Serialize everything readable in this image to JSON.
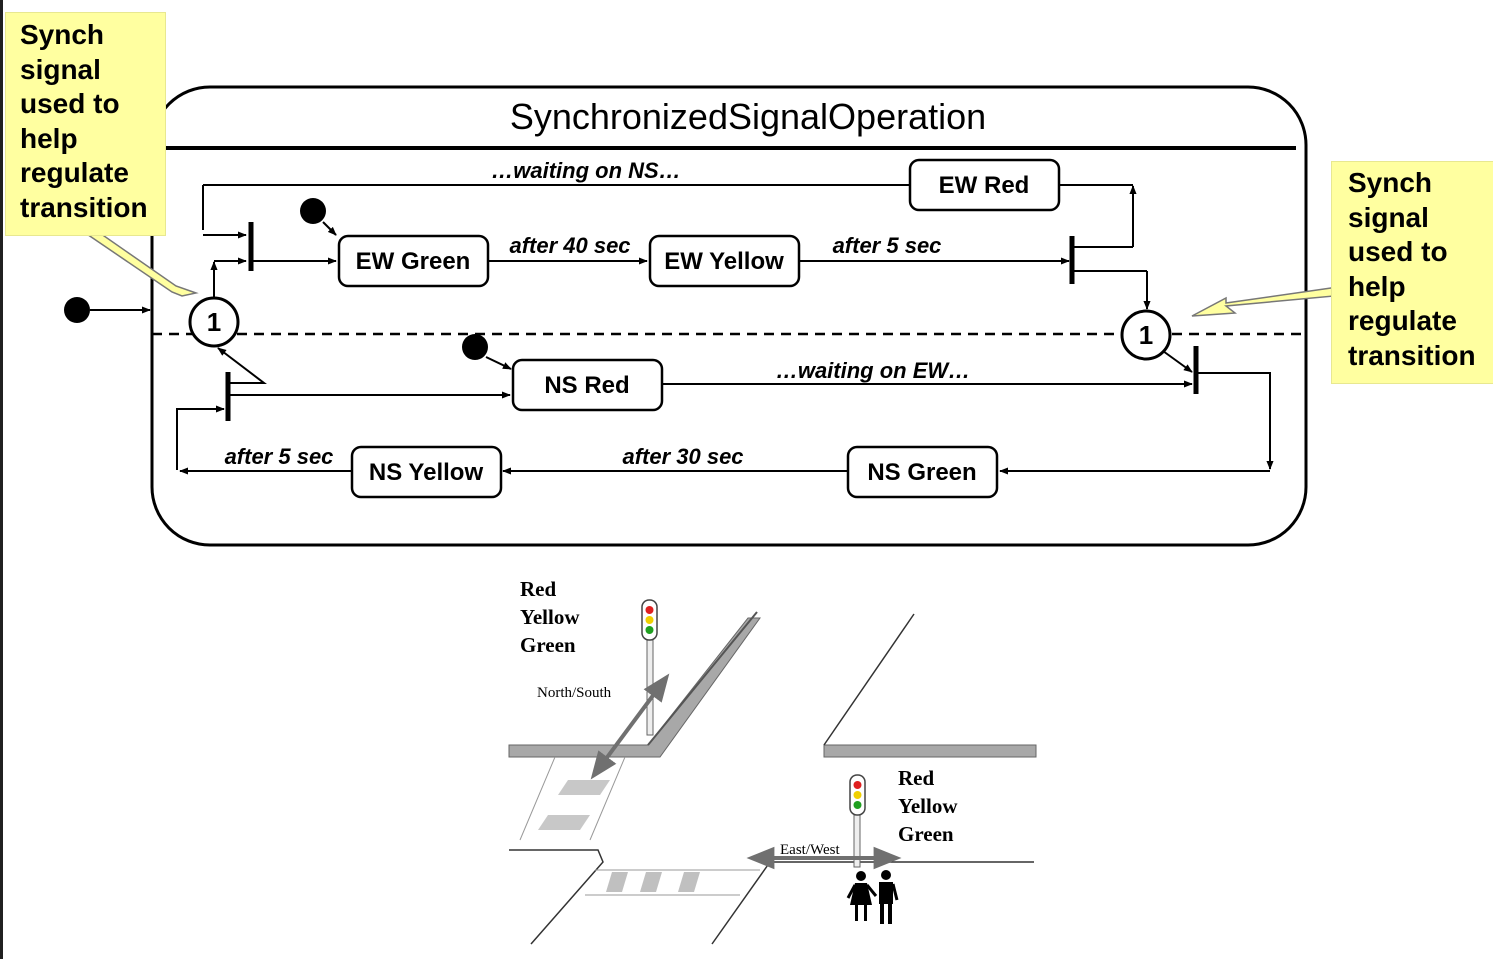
{
  "title": "SynchronizedSignalOperation",
  "annotations": {
    "left": {
      "text": [
        "Synch",
        "signal",
        "used to",
        "help",
        "regulate",
        "transition"
      ]
    },
    "right": {
      "text": [
        "Synch",
        "signal",
        "used to",
        "help",
        "regulate",
        "transition"
      ]
    }
  },
  "states": {
    "ew_green": "EW Green",
    "ew_yellow": "EW Yellow",
    "ew_red": "EW Red",
    "ns_red": "NS Red",
    "ns_green": "NS Green",
    "ns_yellow": "NS Yellow"
  },
  "transitions": {
    "waiting_ns": "…waiting on NS…",
    "after_40": "after 40 sec",
    "after_5_ew": "after 5 sec",
    "waiting_ew": "…waiting on EW…",
    "after_30": "after 30 sec",
    "after_5_ns": "after 5 sec"
  },
  "sync_marks": {
    "left": "1",
    "right": "1"
  },
  "intersection": {
    "ns_lights": [
      "Red",
      "Yellow",
      "Green"
    ],
    "ew_lights": [
      "Red",
      "Yellow",
      "Green"
    ],
    "ns_label": "North/South",
    "ew_label": "East/West"
  },
  "colors": {
    "note_bg": "#ffffa0",
    "light_red": "#e02020",
    "light_yellow": "#f0d000",
    "light_green": "#20a020",
    "road_gray": "#a0a0a0"
  }
}
